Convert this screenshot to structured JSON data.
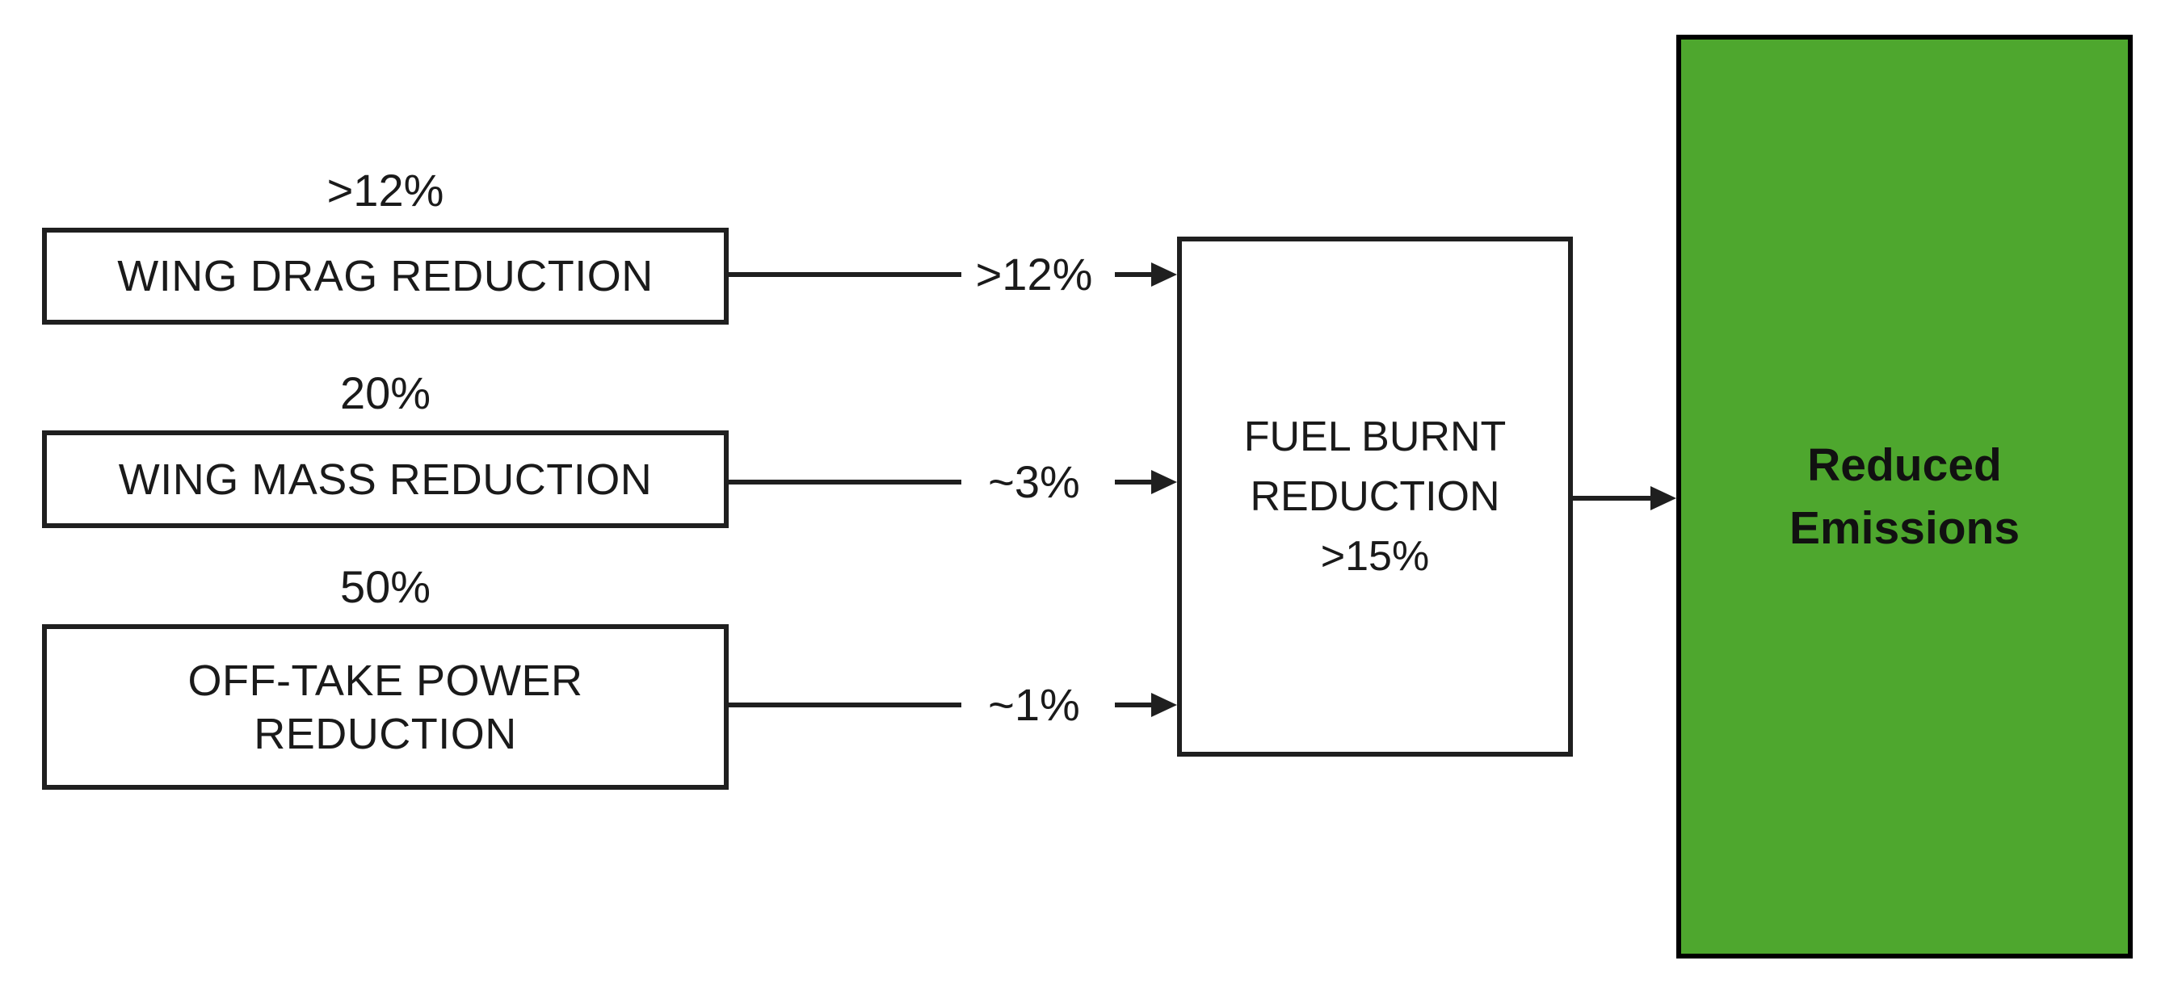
{
  "colors": {
    "green": "#4EA72E",
    "stroke": "#1F1F1F",
    "text": "#1A1A1A"
  },
  "inputs": [
    {
      "above_label": ">12%",
      "box_label": "WING DRAG REDUCTION",
      "arrow_label": ">12%"
    },
    {
      "above_label": "20%",
      "box_label": "WING MASS REDUCTION",
      "arrow_label": "~3%"
    },
    {
      "above_label": "50%",
      "box_label": "OFF-TAKE POWER REDUCTION",
      "arrow_label": "~1%"
    }
  ],
  "fuel_box": {
    "title": "FUEL BURNT REDUCTION",
    "value": ">15%"
  },
  "result_box": {
    "label": "Reduced Emissions"
  }
}
